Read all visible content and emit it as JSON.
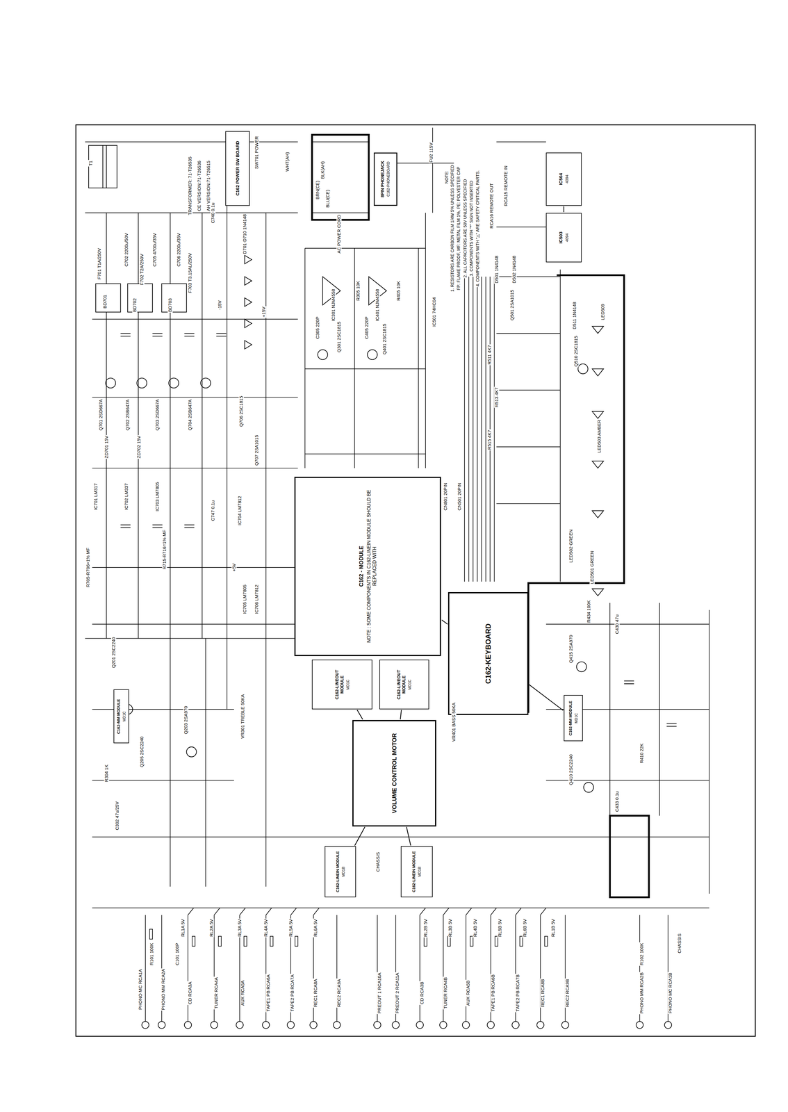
{
  "diagram": {
    "nodes": [
      {
        "text": [
          "C162 POWER SW BOARD"
        ]
      },
      {
        "text": [
          "8PIN PHONEJACK",
          "C162-PHONEBOARD"
        ]
      },
      {
        "text": [
          "C162 - MODULE",
          "NOTE : SOME COMPONENTS IN C162-LINEIN MODULE SHOULD BE REPLACED WITH"
        ]
      },
      {
        "text": [
          "C162-KEYBOARD"
        ]
      },
      {
        "text": [
          "C162-MM MODULE",
          "MD1C"
        ]
      },
      {
        "text": [
          "C162-LINEOUT MODULE",
          "MD1C"
        ]
      },
      {
        "text": [
          "C162-LINEOUT MODULE",
          "MD1C"
        ]
      },
      {
        "text": [
          "C162-MM MODULE",
          "MD1C"
        ]
      },
      {
        "text": [
          "VOLUME CONTROL MOTOR"
        ]
      },
      {
        "text": [
          "C162-LINEIN MODULE",
          "MD1B"
        ]
      },
      {
        "text": [
          "C162-LINEIN MODULE",
          "MD1B"
        ]
      },
      {
        "text": [
          "IC504",
          "4094"
        ]
      },
      {
        "text": [
          "IC503",
          "4094"
        ]
      }
    ],
    "edges": [
      {
        "from": 2,
        "to": 3,
        "arrow": "none"
      },
      {
        "from": 11,
        "to": 12,
        "arrow": "none"
      },
      {
        "from": 5,
        "to": 8,
        "arrow": "none"
      },
      {
        "from": 6,
        "to": 8,
        "arrow": "none"
      },
      {
        "from": 9,
        "to": 8,
        "arrow": "none"
      },
      {
        "from": 10,
        "to": 8,
        "arrow": "none"
      },
      {
        "from": 7,
        "to": 3,
        "arrow": "none"
      }
    ],
    "labels": [
      "T1",
      "TRANSFORMER: 71-T26535",
      "CE VERSION:71-T26536",
      "AH VERSION:71-T26515",
      "F701 T1A/250V",
      "BD701",
      "BD702",
      "BD703",
      "C702 2200u/50V",
      "C705 4700u/35V",
      "C706 2200u/35V",
      "F702 T2A/250V",
      "F703 T3.15AL/250V",
      "IC701 LM317",
      "IC702 LM337",
      "IC703 LM7805",
      "Q701 2SD667A",
      "Q702 2SB647A",
      "Q703 2SD667A",
      "Q704 2SB647A",
      "ZD701 15V",
      "ZD702 15V",
      "R705-R706=1% MF",
      "R715-R716=1% MF",
      "C740 0.1u",
      "D701-D710 1N4148",
      "Q706 2SC1815",
      "Q707 2SA1015",
      "IC704 LM7812",
      "C747 0.1u",
      "+15V",
      "-15V",
      "+5V",
      "SW701 POWER",
      "AC POWER CORD",
      "WHT(AH)",
      "BLK(AH)",
      "BRN(CE)",
      "BLU(CE)",
      "FU2 115V",
      "RCA15 REMOTE IN",
      "RCA16 REMOTE OUT",
      "D501 1N4148",
      "D502 1N4148",
      "NOTE:",
      "1. RESISTORS ARE CARBON FILM 1/4W 5% UNLESS SPECIFIED",
      "FP: FLAME PROOF, MF: METAL FILM 1%, PE: POLYESTER CAP",
      "2. ALL CAPACITORS ARE 50V UNLESS SPECIFIED",
      "3. COMPONENTS WITH \"*\" SIGN NOT INSERTED",
      "4. COMPONENTS WITH \"△\" ARE SAFETY CRITICAL PARTS.",
      "IC501 74HC04",
      "IC301 NJM4558",
      "IC401 NJM4558",
      "Q301 2SC1815",
      "Q401 2SC1815",
      "R305 10K",
      "R405 10K",
      "C305 220P",
      "C405 220P",
      "VR301 TREBLE 50KA",
      "VR401 BASS 50KA",
      "CN801 20PIN",
      "CN501 20PIN",
      "Q501 2SA1015",
      "R511 4K7",
      "R513 4K7",
      "R515 4K7",
      "LED501 GREEN",
      "LED502 GREEN",
      "LED503 AMBER",
      "LED509",
      "Q510 2SC1815",
      "D511 1N4148",
      "Q201 2SC2240",
      "Q203 2SA970",
      "R304 1K",
      "C302 47u/25V",
      "Q205 2SC2240",
      "Q415 2SA970",
      "R434 100K",
      "C430 47u",
      "Q410 2SC2240",
      "R410 22K",
      "C433 0.1u",
      "PHONO MC RCA1A",
      "PHONO MM RCA2A",
      "CD RCA3A",
      "TUNER RCA4A",
      "AUX RCA5A",
      "TAPE1 PB RCA6A",
      "TAPE2 PB RCA7A",
      "REC1 RCA8A",
      "REC2 RCA9A",
      "PREOUT 1 RCA10A",
      "PREOUT 2 RCA11A",
      "CD RCA3B",
      "TUNER RCA4B",
      "AUX RCA5B",
      "TAPE1 PB RCA6B",
      "TAPE2 PB RCA7B",
      "REC1 RCA8B",
      "REC2 RCA9B",
      "PHONO MM RCA2B",
      "PHONO MC RCA1B",
      "RL1A 5V",
      "RL2A 5V",
      "RL3A 5V",
      "RL4A 5V",
      "RL5A 5V",
      "RL6A 5V",
      "RL2B 5V",
      "RL3B 5V",
      "RL4B 5V",
      "RL5B 5V",
      "RL6B 5V",
      "RL1B 5V",
      "CHASSIS",
      "CHASSIS",
      "R101 100K",
      "C101 100P",
      "R102 100K",
      "IC705 LM7805",
      "IC706 LM7812"
    ]
  }
}
